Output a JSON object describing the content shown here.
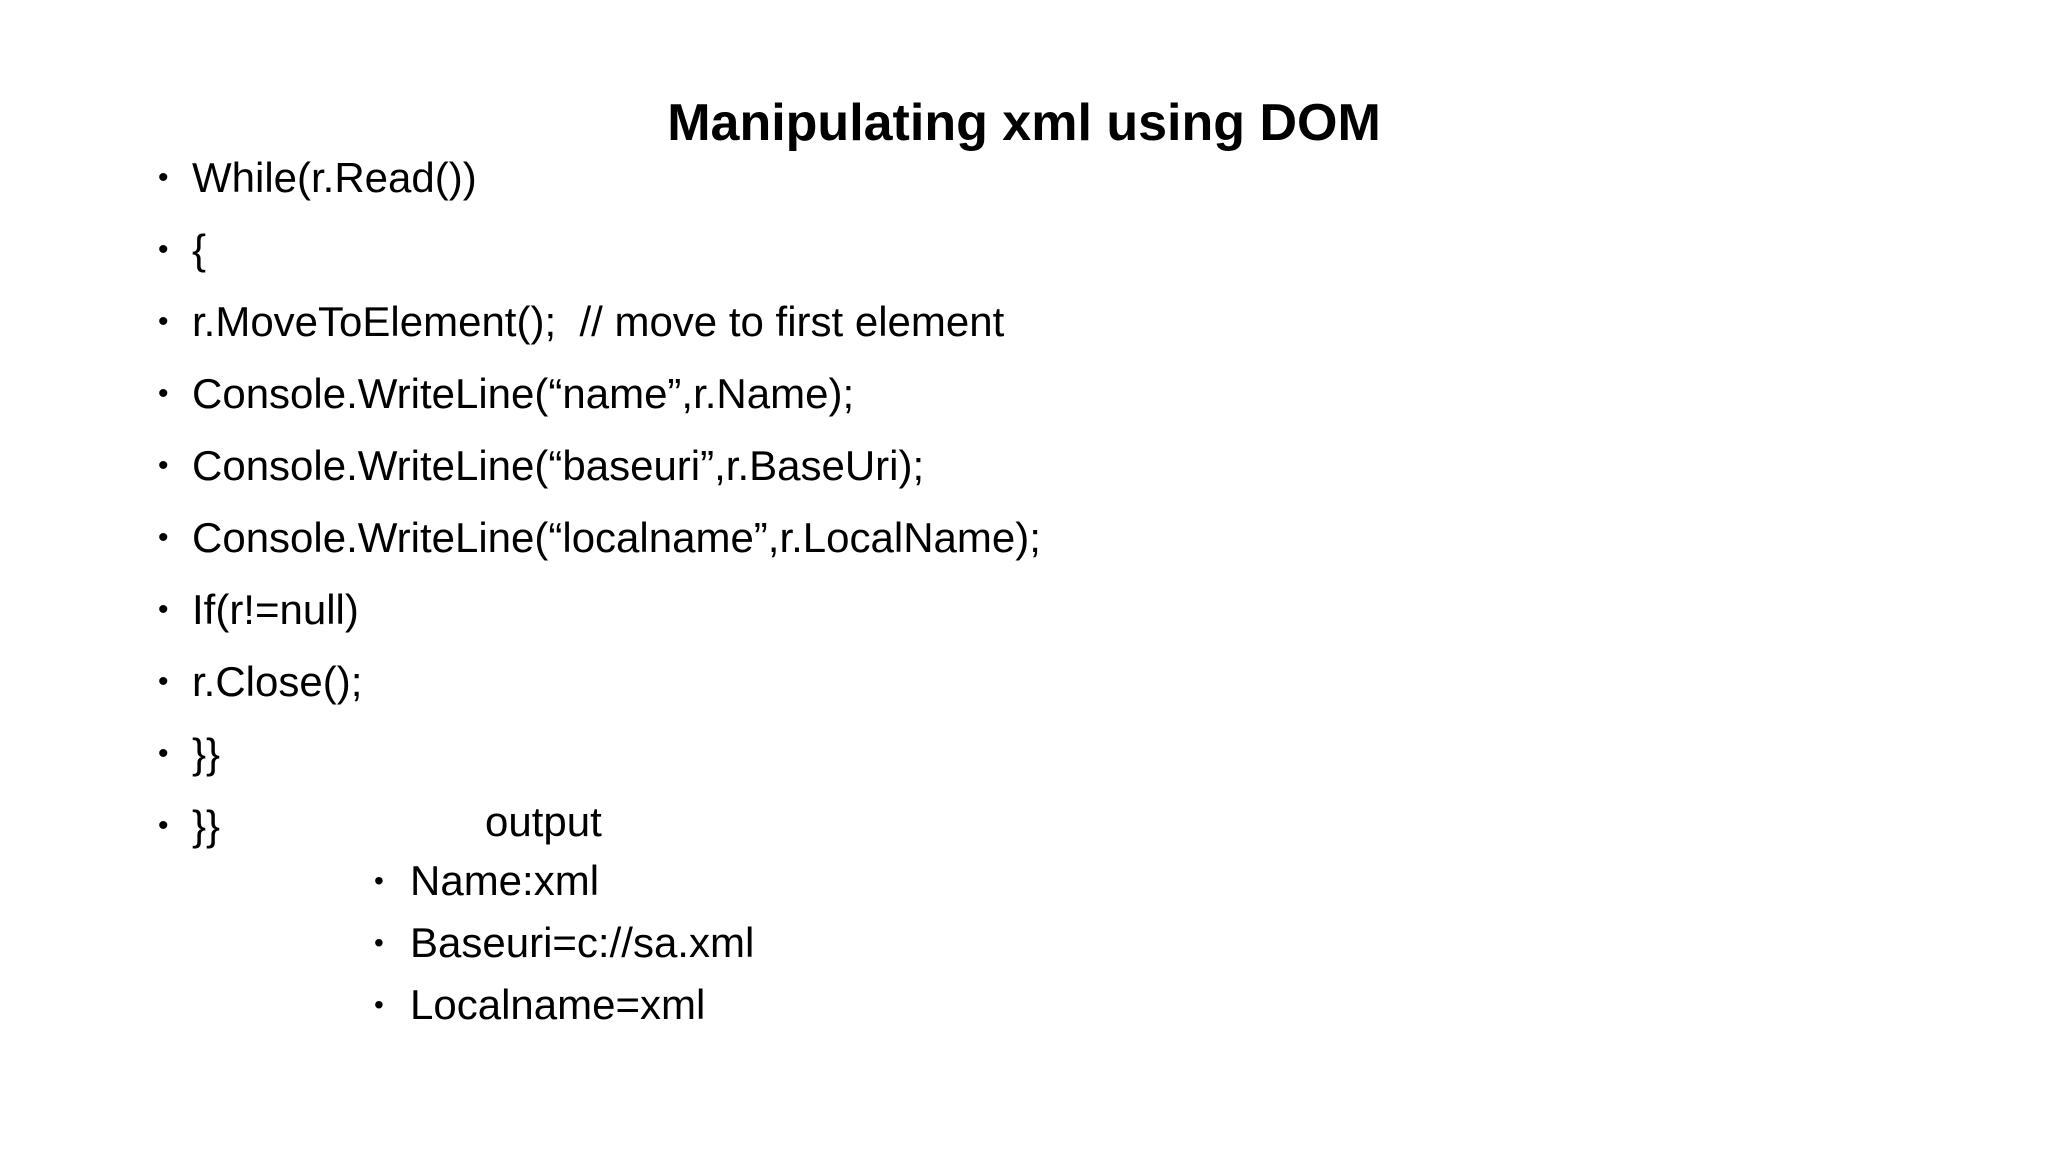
{
  "slide": {
    "title": "Manipulating xml using DOM",
    "bullet_glyph": "•",
    "bullets": [
      "While(r.Read())",
      "{",
      "r.MoveToElement();  // move to first element",
      "Console.WriteLine(“name”,r.Name);",
      "Console.WriteLine(“baseuri”,r.BaseUri);",
      "Console.WriteLine(“localname”,r.LocalName);",
      "If(r!=null)",
      "r.Close();",
      "}}",
      "}}"
    ],
    "output_label": "output",
    "sub_bullets": [
      "Name:xml",
      "Baseuri=c://sa.xml",
      "Localname=xml"
    ]
  }
}
